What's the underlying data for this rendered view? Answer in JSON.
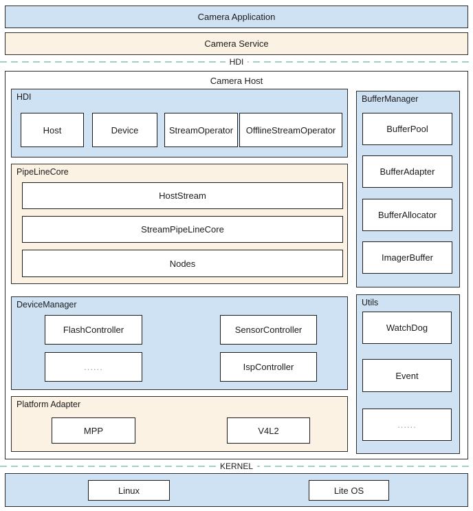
{
  "colors": {
    "layer_blue": "#cfe2f3",
    "layer_peach": "#fcf2e4",
    "separator_dash": "#a7cccc",
    "box_border": "#2b2b2b",
    "dots_text": "#9a9a9a"
  },
  "layers": {
    "camera_application": "Camera Application",
    "camera_service": "Camera Service"
  },
  "separators": {
    "hdi": "HDI",
    "kernel": "KERNEL"
  },
  "camera_host": {
    "title": "Camera Host",
    "hdi": {
      "label": "HDI",
      "boxes": [
        "Host",
        "Device",
        "StreamOperator",
        "OfflineStreamOperator"
      ]
    },
    "pipeline_core": {
      "label": "PipeLineCore",
      "boxes": [
        "HostStream",
        "StreamPipeLineCore",
        "Nodes"
      ]
    },
    "device_manager": {
      "label": "DeviceManager",
      "boxes": [
        "FlashController",
        "SensorController",
        "......",
        "IspController"
      ]
    },
    "platform_adapter": {
      "label": "Platform Adapter",
      "boxes": [
        "MPP",
        "V4L2"
      ]
    },
    "buffer_manager": {
      "label": "BufferManager",
      "boxes": [
        "BufferPool",
        "BufferAdapter",
        "BufferAllocator",
        "ImagerBuffer"
      ]
    },
    "utils": {
      "label": "Utils",
      "boxes": [
        "WatchDog",
        "Event",
        "......"
      ]
    }
  },
  "kernel": {
    "boxes": [
      "Linux",
      "Lite OS"
    ]
  }
}
